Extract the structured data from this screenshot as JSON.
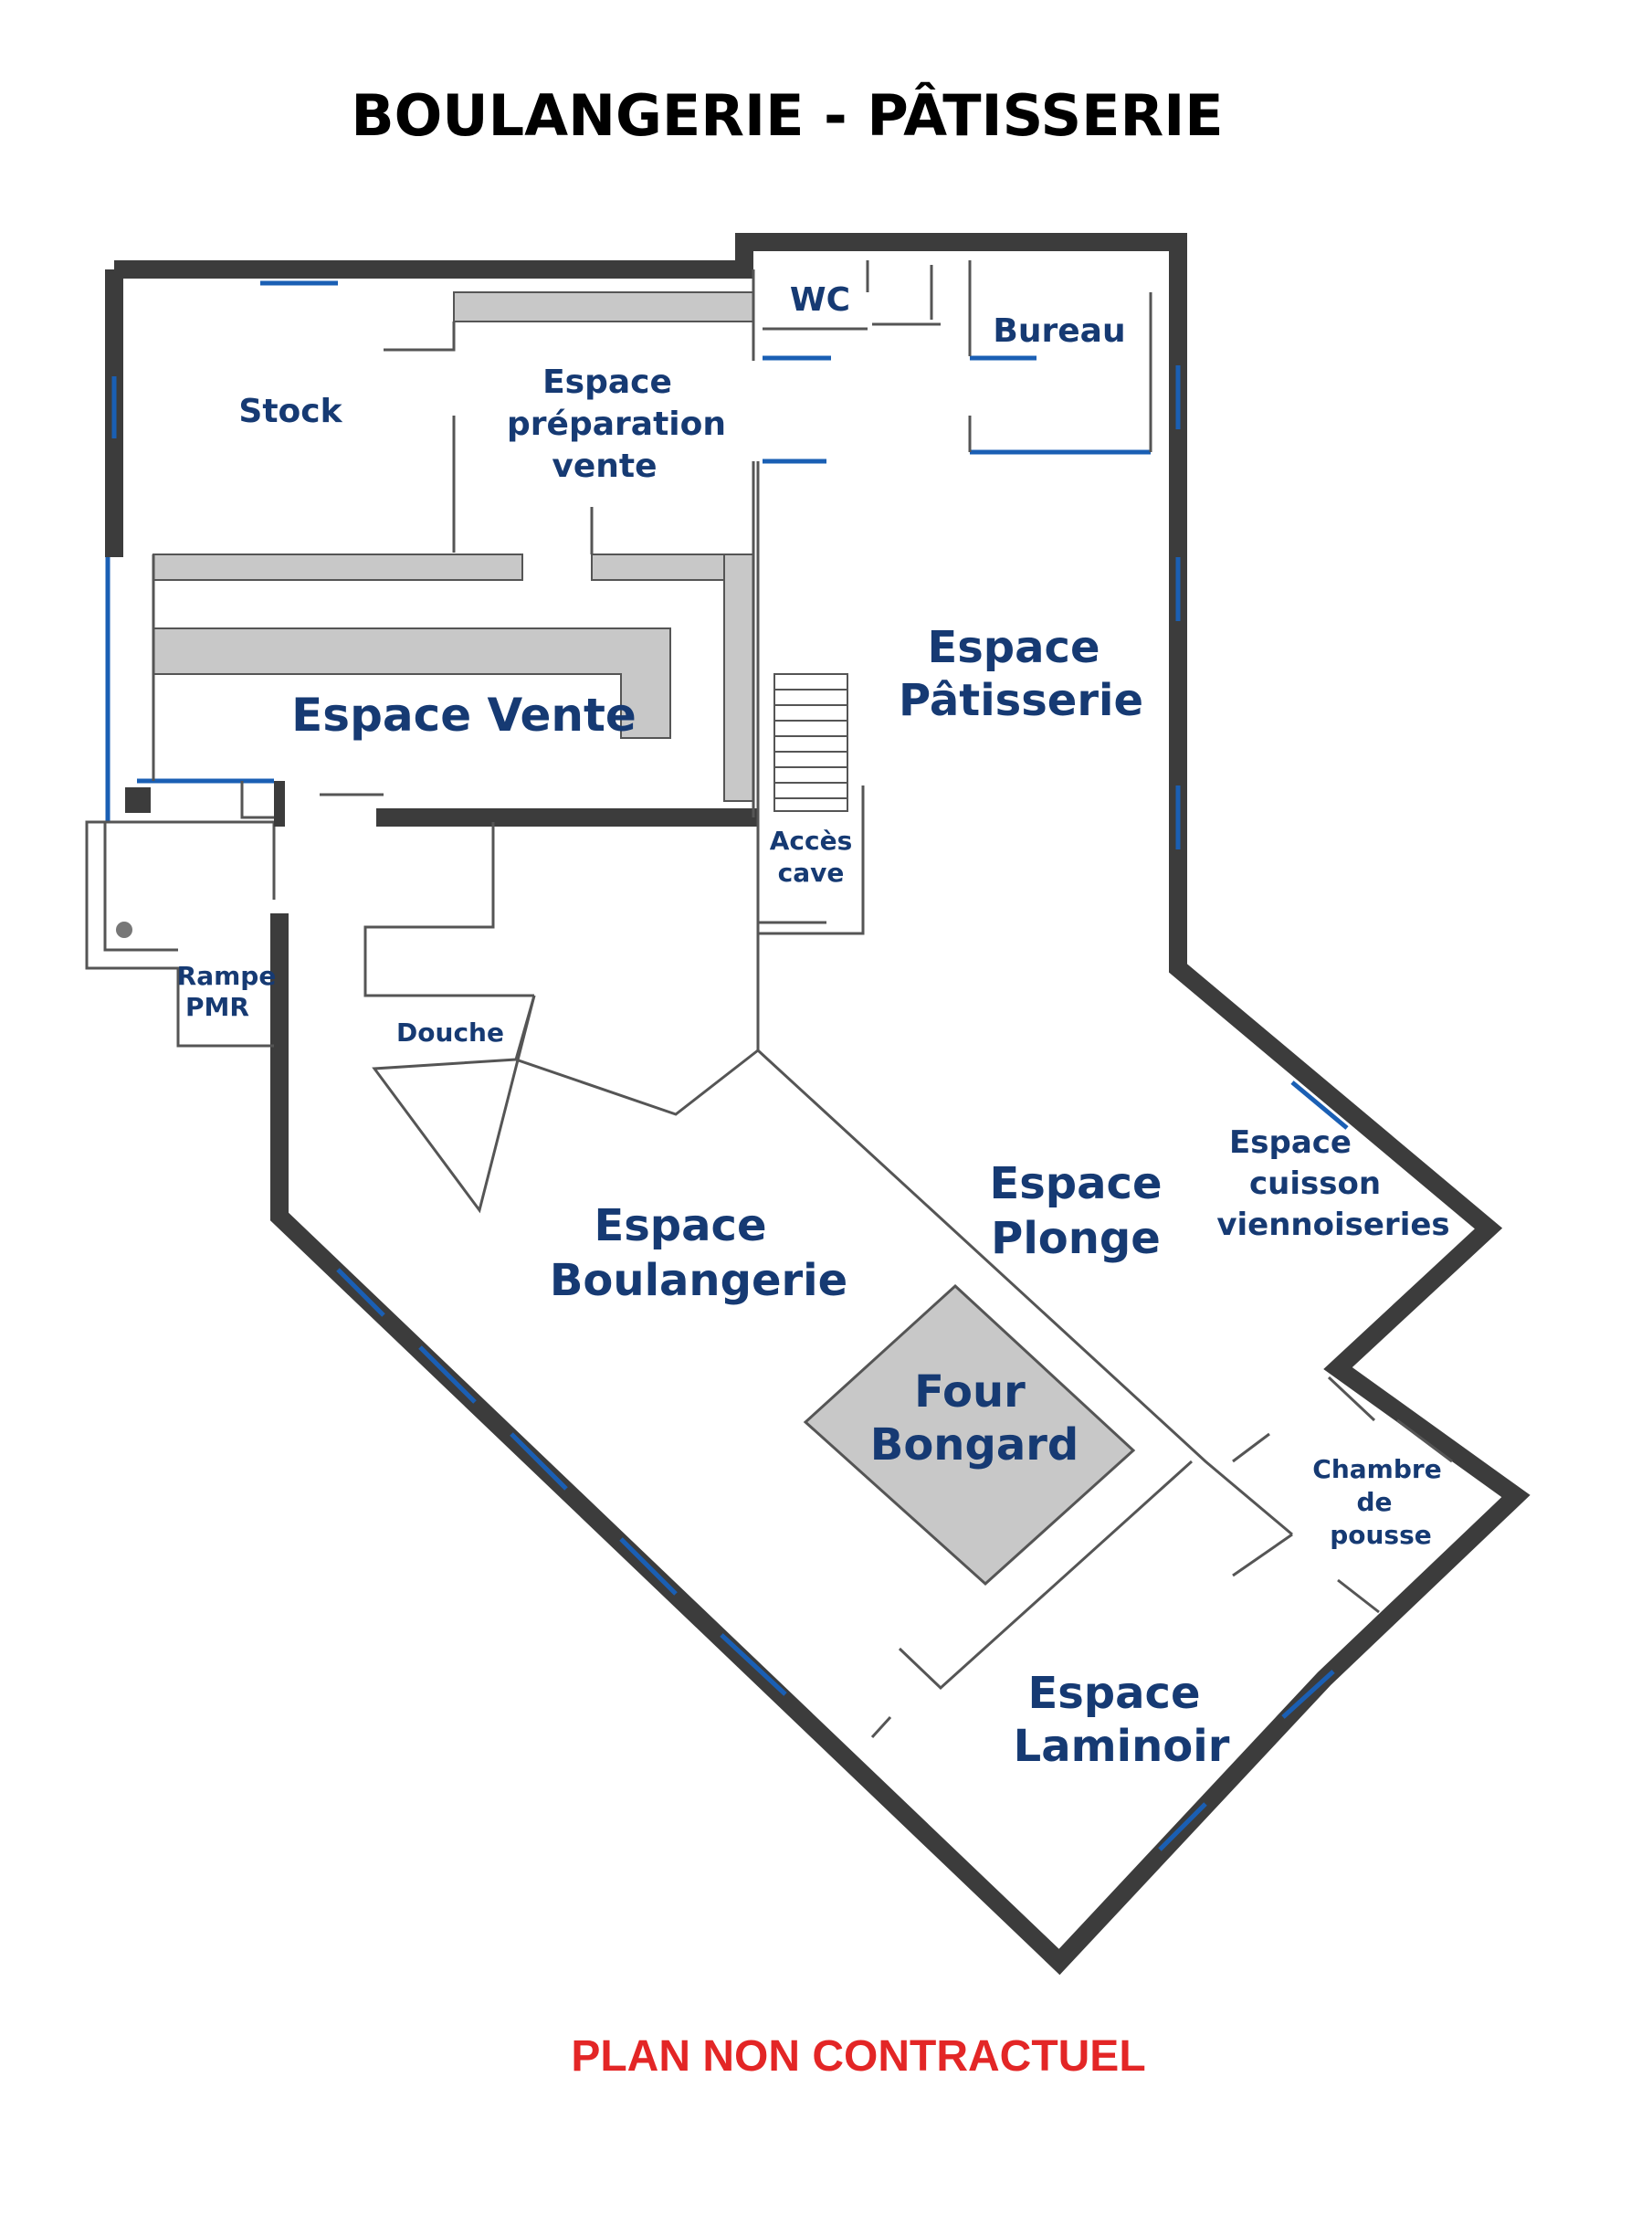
{
  "title": "BOULANGERIE - PÂTISSERIE",
  "footer": "PLAN NON CONTRACTUEL",
  "colors": {
    "wall": "#3c3c3c",
    "window": "#1a5fb4",
    "counter": "#c8c8c8",
    "label": "#163a73",
    "footer": "#e32626",
    "title": "#000000"
  },
  "rooms": {
    "stock": "Stock",
    "prep_l1": "Espace",
    "prep_l2": "préparation",
    "prep_l3": "vente",
    "wc": "WC",
    "bureau": "Bureau",
    "vente": "Espace Vente",
    "patisserie_l1": "Espace",
    "patisserie_l2": "Pâtisserie",
    "acces_l1": "Accès",
    "acces_l2": "cave",
    "rampe_l1": "Rampe",
    "rampe_l2": "PMR",
    "douche": "Douche",
    "boulangerie_l1": "Espace",
    "boulangerie_l2": "Boulangerie",
    "plonge_l1": "Espace",
    "plonge_l2": "Plonge",
    "cuisson_l1": "Espace",
    "cuisson_l2": "cuisson",
    "cuisson_l3": "viennoiseries",
    "four_l1": "Four",
    "four_l2": "Bongard",
    "pousse_l1": "Chambre",
    "pousse_l2": "de",
    "pousse_l3": "pousse",
    "laminoir_l1": "Espace",
    "laminoir_l2": "Laminoir"
  }
}
